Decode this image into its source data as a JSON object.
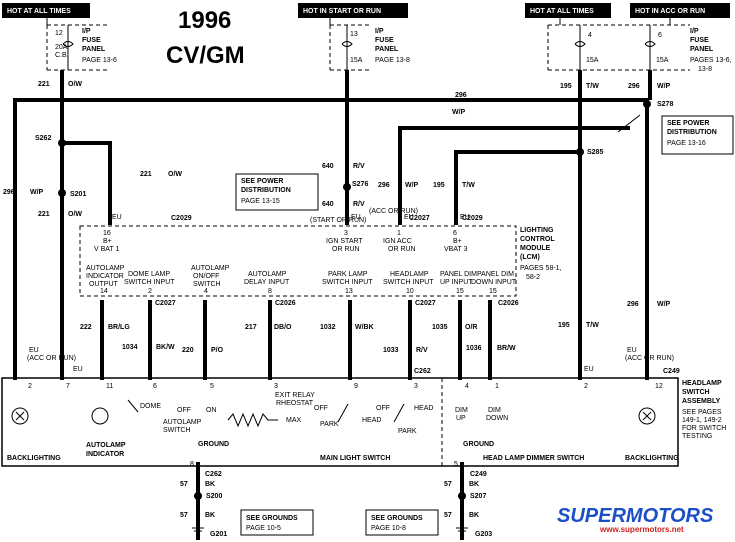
{
  "title": {
    "year": "1996",
    "model": "CV/GM"
  },
  "headers": {
    "hot_all_1": "HOT AT ALL TIMES",
    "hot_start_run": "HOT IN START OR RUN",
    "hot_all_2": "HOT AT ALL TIMES",
    "hot_acc_run": "HOT IN ACC OR RUN"
  },
  "fuses": {
    "f12": {
      "num": "12",
      "amp": "20A",
      "cb": "C.B."
    },
    "f13": {
      "num": "13",
      "amp": "15A"
    },
    "f4": {
      "num": "4",
      "amp": "15A"
    },
    "f6": {
      "num": "6",
      "amp": "15A"
    }
  },
  "fuse_panel_text": {
    "l1": "I/P",
    "l2": "FUSE",
    "l3": "PANEL"
  },
  "fuse_pages": {
    "left": "PAGE 13-6",
    "mid": "PAGE 13-8",
    "right1": "PAGES 13-6,",
    "right2": "13-8"
  },
  "wires": {
    "w221_ow": {
      "num": "221",
      "color": "O/W"
    },
    "w296_wp": {
      "num": "296",
      "color": "W/P"
    },
    "w640_rv": {
      "num": "640",
      "color": "R/V"
    },
    "w195_tw": {
      "num": "195",
      "color": "T/W"
    },
    "w222_brlg": {
      "num": "222",
      "color": "BR/LG"
    },
    "w1034_bkw": {
      "num": "1034",
      "color": "BK/W"
    },
    "w220_po": {
      "num": "220",
      "color": "P/O"
    },
    "w217_dbo": {
      "num": "217",
      "color": "DB/O"
    },
    "w1032_wbk": {
      "num": "1032",
      "color": "W/BK"
    },
    "w1033_rv": {
      "num": "1033",
      "color": "R/V"
    },
    "w1035_or": {
      "num": "1035",
      "color": "O/R"
    },
    "w1036_brw": {
      "num": "1036",
      "color": "BR/W"
    },
    "w57_bk": {
      "num": "57",
      "color": "BK"
    }
  },
  "splices": {
    "s262": "S262",
    "s201": "S201",
    "s276": "S276",
    "s278": "S278",
    "s285": "S285",
    "s200": "S200",
    "s207": "S207"
  },
  "connectors": {
    "c2029": "C2029",
    "c2027": "C2027",
    "c2026": "C2026",
    "c262": "C262",
    "c249": "C249"
  },
  "grounds": {
    "g201": "G201",
    "g203": "G203",
    "ground": "GROUND"
  },
  "notes": {
    "power_dist_mid": [
      "SEE  POWER",
      "DISTRIBUTION",
      "PAGE 13-15"
    ],
    "power_dist_right": [
      "SEE  POWER",
      "DISTRIBUTION",
      "PAGE 13-16"
    ],
    "grounds_left": [
      "SEE  GROUNDS",
      "PAGE 10-5"
    ],
    "grounds_right": [
      "SEE  GROUNDS",
      "PAGE 10-8"
    ]
  },
  "conditions": {
    "start_or_run": "(START OR RUN)",
    "acc_or_run": "(ACC OR RUN)",
    "eu": "EU",
    "b_plus": "B+"
  },
  "lcm": {
    "label": [
      "LIGHTING",
      "CONTROL",
      "MODULE",
      "(LCM)",
      "PAGES 58-1,",
      "58-2"
    ],
    "pins": [
      {
        "num": "16",
        "line1": "B+",
        "line2": "V BAT 1"
      },
      {
        "num": "3",
        "line1": "IGN START",
        "line2": "OR RUN"
      },
      {
        "num": "1",
        "line1": "IGN ACC",
        "line2": "OR RUN"
      },
      {
        "num": "6",
        "line1": "B+",
        "line2": "VBAT 3"
      }
    ],
    "inputs": [
      {
        "name": [
          "AUTOLAMP",
          "INDICATOR",
          "OUTPUT"
        ],
        "pin": "14"
      },
      {
        "name": [
          "DOME LAMP",
          "SWITCH INPUT"
        ],
        "pin": "2"
      },
      {
        "name": [
          "AUTOLAMP",
          "ON/OFF",
          "SWITCH"
        ],
        "pin": "4"
      },
      {
        "name": [
          "AUTOLAMP",
          "DELAY INPUT"
        ],
        "pin": "8"
      },
      {
        "name": [
          "PARK LAMP",
          "SWITCH INPUT"
        ],
        "pin": "13"
      },
      {
        "name": [
          "HEADLAMP",
          "SWITCH INPUT"
        ],
        "pin": "10"
      },
      {
        "name": [
          "PANEL DIM",
          "UP INPUT"
        ],
        "pin": "15"
      },
      {
        "name": [
          "PANEL DIM",
          "DOWN INPUT"
        ],
        "pin": "15"
      }
    ]
  },
  "switch_assembly": {
    "label": [
      "HEADLAMP",
      "SWITCH",
      "ASSEMBLY",
      "SEE PAGES",
      "149-1,  149-2",
      "FOR SWITCH",
      "TESTING"
    ],
    "backlighting": "BACKLIGHTING",
    "autolamp_indicator": [
      "AUTOLAMP",
      "INDICATOR"
    ],
    "dome": "DOME",
    "off": "OFF",
    "on": "ON",
    "autolamp_switch": [
      "AUTOLAMP",
      "SWITCH"
    ],
    "exit_relay": [
      "EXIT RELAY",
      "RHEOSTAT"
    ],
    "max": "MAX",
    "park": "PARK",
    "head": "HEAD",
    "main_light_switch": "MAIN LIGHT SWITCH",
    "dim_up": [
      "DIM",
      "UP"
    ],
    "dim_down": [
      "DIM",
      "DOWN"
    ],
    "dimmer_switch": "HEAD LAMP DIMMER SWITCH",
    "pins": [
      "2",
      "7",
      "11",
      "6",
      "5",
      "3",
      "9",
      "3",
      "12",
      "4",
      "1",
      "2",
      "8"
    ]
  },
  "watermark": {
    "brand": "SUPERMOTORS",
    "url": "www.supermotors.net"
  }
}
